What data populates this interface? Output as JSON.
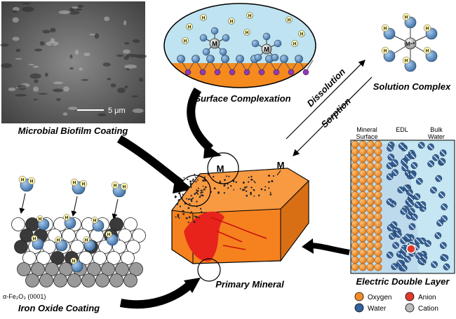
{
  "captions": {
    "biofilm": "Microbial Biofilm Coating",
    "surface_complexation": "Surface Complexation",
    "solution_complex": "Solution Complex",
    "primary_mineral": "Primary Mineral",
    "iron_oxide": "Iron Oxide Coating",
    "edl": "Electric Double Layer"
  },
  "arrow_labels": {
    "dissolution": "Dissolution",
    "sorption": "Sorption"
  },
  "scale_bar": "5 μm",
  "crystal_face": "α-Fe₂O₃ (0001)",
  "mineral_markers": [
    "M",
    "M"
  ],
  "atom_labels": {
    "hydrogen": "H",
    "metal": "M",
    "metal_ion": "Mⁿ⁺"
  },
  "edl_columns": {
    "mineral_line1": "Mineral",
    "mineral_line2": "Surface",
    "edl": "EDL",
    "bulk_line1": "Bulk",
    "bulk_line2": "Water"
  },
  "legend": [
    {
      "label": "Oxygen",
      "color": "#f28c28"
    },
    {
      "label": "Anion",
      "color": "#e03a2a"
    },
    {
      "label": "Water",
      "color": "#34629a"
    },
    {
      "label": "Cation",
      "color": "#bbbbbb"
    }
  ]
}
